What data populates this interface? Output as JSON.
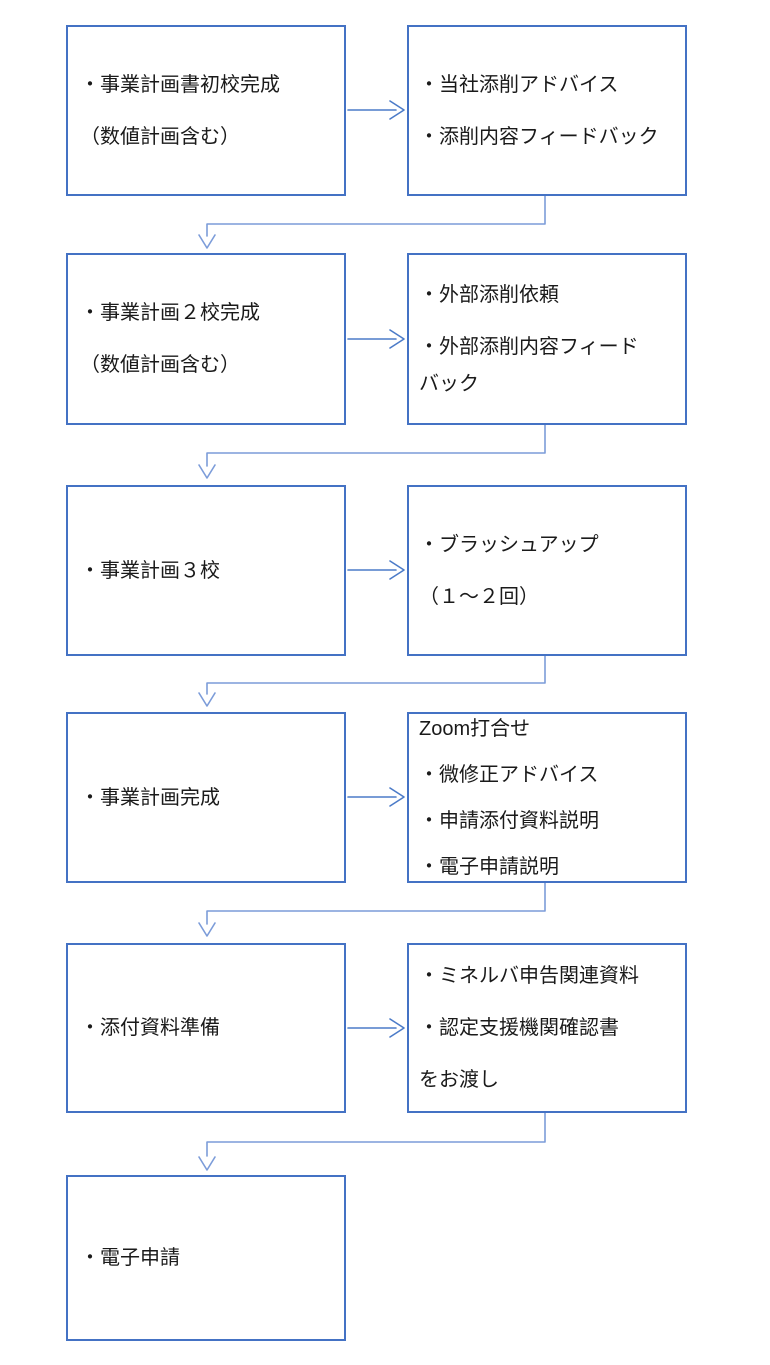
{
  "palette": {
    "box_border": "#4472C4",
    "elbow_connector": "#7C9CD9",
    "arrow": "#4C7BC8",
    "text": "#1a1a1a",
    "background": "#ffffff"
  },
  "flowchart": {
    "rows": [
      {
        "left": {
          "lines": [
            "・事業計画書初校完成",
            "（数値計画含む）"
          ]
        },
        "right": {
          "lines": [
            "・当社添削アドバイス",
            "・添削内容フィードバック"
          ]
        }
      },
      {
        "left": {
          "lines": [
            "・事業計画２校完成",
            "（数値計画含む）"
          ]
        },
        "right": {
          "lines": [
            "・外部添削依頼",
            "・外部添削内容フィード",
            "バック"
          ]
        }
      },
      {
        "left": {
          "lines": [
            "・事業計画３校"
          ]
        },
        "right": {
          "lines": [
            "・ブラッシュアップ",
            "（１～２回）"
          ]
        }
      },
      {
        "left": {
          "lines": [
            "・事業計画完成"
          ]
        },
        "right": {
          "lines": [
            "Zoom打合せ",
            "・微修正アドバイス",
            "・申請添付資料説明",
            "・電子申請説明"
          ]
        }
      },
      {
        "left": {
          "lines": [
            "・添付資料準備"
          ]
        },
        "right": {
          "lines": [
            "・ミネルバ申告関連資料",
            "・認定支援機関確認書",
            "をお渡し"
          ]
        }
      },
      {
        "left": {
          "lines": [
            "・電子申請"
          ]
        }
      }
    ]
  }
}
